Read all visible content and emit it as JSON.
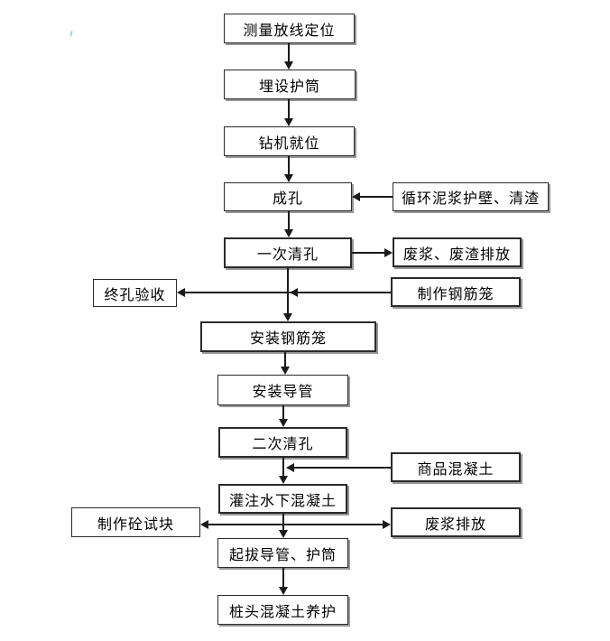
{
  "diagram": {
    "type": "flowchart",
    "colors": {
      "background": "#ffffff",
      "line": "#1a1a1a",
      "box_border": "#2b2b2b",
      "box_shadow": "#979797",
      "stray_mark": "#8ed6f2"
    },
    "nodes": {
      "survey": {
        "label": "测量放线定位"
      },
      "casing": {
        "label": "埋设护筒"
      },
      "rig": {
        "label": "钻机就位"
      },
      "hole": {
        "label": "成孔"
      },
      "mud": {
        "label": "循环泥浆护壁、清渣"
      },
      "clean1": {
        "label": "一次清孔"
      },
      "waste1": {
        "label": "废浆、废渣排放"
      },
      "accept": {
        "label": "终孔验收"
      },
      "cagemake": {
        "label": "制作钢筋笼"
      },
      "cageinstall": {
        "label": "安装钢筋笼"
      },
      "pipe": {
        "label": "安装导管"
      },
      "clean2": {
        "label": "二次清孔"
      },
      "readymix": {
        "label": "商品混凝土"
      },
      "pour": {
        "label": "灌注水下混凝土"
      },
      "testblock": {
        "label": "制作砼试块"
      },
      "waste2": {
        "label": "废浆排放"
      },
      "pullout": {
        "label": "起拔导管、护筒"
      },
      "cure": {
        "label": "桩头混凝土养护"
      }
    },
    "edges": [
      {
        "from": "survey",
        "to": "casing"
      },
      {
        "from": "casing",
        "to": "rig"
      },
      {
        "from": "rig",
        "to": "hole"
      },
      {
        "from": "mud",
        "to": "hole"
      },
      {
        "from": "hole",
        "to": "clean1"
      },
      {
        "from": "clean1",
        "to": "waste1"
      },
      {
        "from": "clean1",
        "to": "cageinstall"
      },
      {
        "from": "cagemake",
        "to": "cageinstall"
      },
      {
        "from": "clean1",
        "to": "accept"
      },
      {
        "from": "cageinstall",
        "to": "pipe"
      },
      {
        "from": "pipe",
        "to": "clean2"
      },
      {
        "from": "clean2",
        "to": "pour"
      },
      {
        "from": "readymix",
        "to": "pour"
      },
      {
        "from": "pour",
        "to": "testblock"
      },
      {
        "from": "pour",
        "to": "waste2"
      },
      {
        "from": "pour",
        "to": "pullout"
      },
      {
        "from": "pullout",
        "to": "cure"
      }
    ]
  }
}
